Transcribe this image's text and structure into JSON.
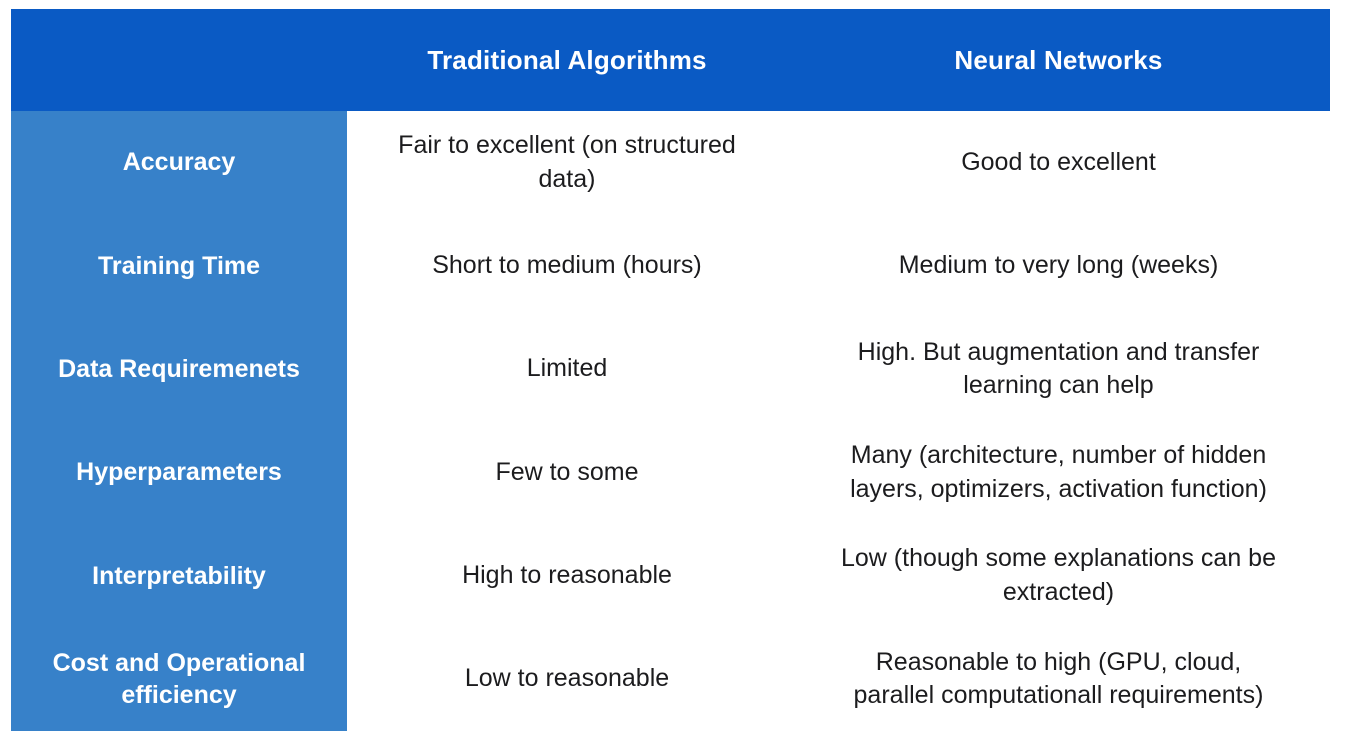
{
  "table": {
    "type": "table",
    "header": {
      "corner_label": "",
      "columns": [
        "Traditional Algorithms",
        "Neural Networks"
      ]
    },
    "rows": [
      {
        "label": "Accuracy",
        "traditional": "Fair to excellent (on structured\ndata)",
        "neural": "Good to excellent"
      },
      {
        "label": "Training Time",
        "traditional": "Short to medium (hours)",
        "neural": "Medium to very long (weeks)"
      },
      {
        "label": "Data Requiremenets",
        "traditional": "Limited",
        "neural": "High. But augmentation and transfer\nlearning can help"
      },
      {
        "label": "Hyperparameters",
        "traditional": "Few to some",
        "neural": "Many (architecture, number of hidden\nlayers, optimizers, activation function)"
      },
      {
        "label": "Interpretability",
        "traditional": "High to reasonable",
        "neural": "Low (though some explanations can be\nextracted)"
      },
      {
        "label": "Cost and Operational\nefficiency",
        "traditional": "Low to reasonable",
        "neural": "Reasonable to high (GPU, cloud,\nparallel computationall requirements)"
      }
    ],
    "colors": {
      "header_bg": "#0a5ac4",
      "label_col_bg": "#3781c9",
      "row_bg": "#ffffff",
      "row_alt_bg": "#e0e2e6",
      "header_text": "#ffffff",
      "body_text": "#1c1c1e"
    }
  }
}
